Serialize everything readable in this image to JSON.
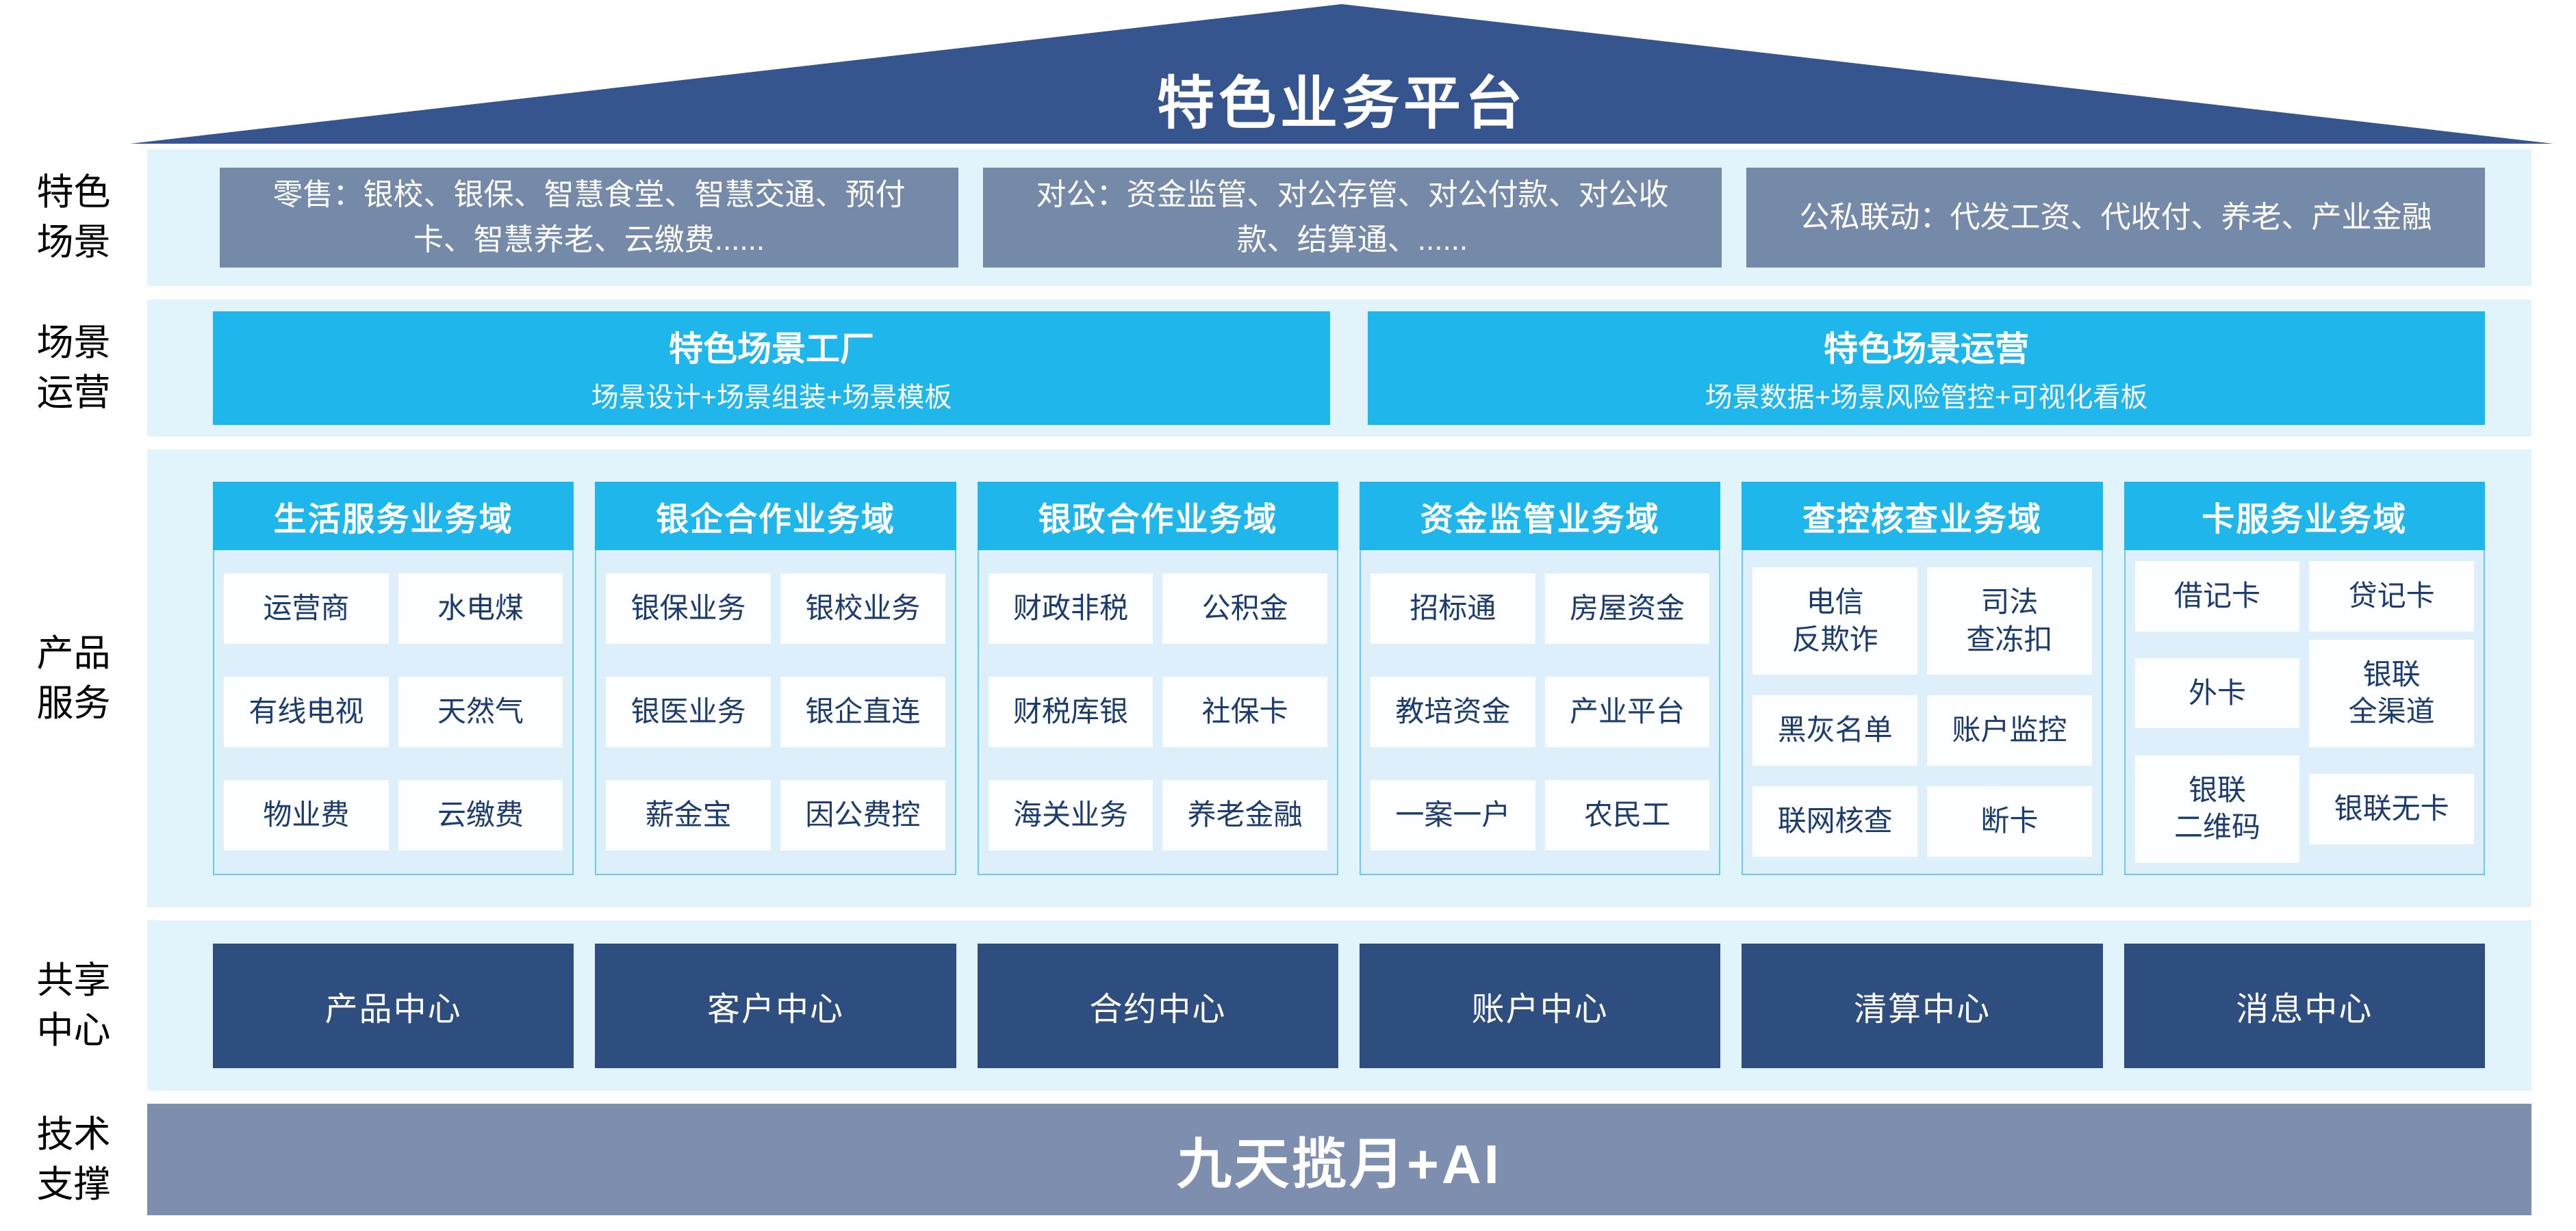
{
  "title": "特色业务平台",
  "colors": {
    "roof": "#36548E",
    "slate_box": "#7589A9",
    "cyan": "#1FB7EB",
    "panel_bg": "#E1F4FB",
    "card_body_bg": "#DCEFFA",
    "card_border": "#6CC8EE",
    "cell_bg": "#FDFEFF",
    "cell_text": "#1C3C6E",
    "navy_box": "#2F4E80",
    "tech_bar_bg": "#7D8EAF"
  },
  "rows": {
    "scenes": {
      "label": "特色\n场景",
      "boxes": [
        "零售：银校、银保、智慧食堂、智慧交通、预付卡、智慧养老、云缴费......",
        "对公：资金监管、对公存管、对公付款、对公收款、结算通、......",
        "公私联动：代发工资、代收付、养老、产业金融"
      ]
    },
    "operation": {
      "label": "场景\n运营",
      "boxes": [
        {
          "title": "特色场景工厂",
          "subtitle": "场景设计+场景组装+场景模板"
        },
        {
          "title": "特色场景运营",
          "subtitle": "场景数据+场景风险管控+可视化看板"
        }
      ]
    },
    "products": {
      "label": "产品\n服务",
      "columns": [
        {
          "header": "生活服务业务域",
          "items": [
            [
              "运营商",
              "水电煤"
            ],
            [
              "有线电视",
              "天然气"
            ],
            [
              "物业费",
              "云缴费"
            ]
          ]
        },
        {
          "header": "银企合作业务域",
          "items": [
            [
              "银保业务",
              "银校业务"
            ],
            [
              "银医业务",
              "银企直连"
            ],
            [
              "薪金宝",
              "因公费控"
            ]
          ]
        },
        {
          "header": "银政合作业务域",
          "items": [
            [
              "财政非税",
              "公积金"
            ],
            [
              "财税库银",
              "社保卡"
            ],
            [
              "海关业务",
              "养老金融"
            ]
          ]
        },
        {
          "header": "资金监管业务域",
          "items": [
            [
              "招标通",
              "房屋资金"
            ],
            [
              "教培资金",
              "产业平台"
            ],
            [
              "一案一户",
              "农民工"
            ]
          ]
        },
        {
          "header": "查控核查业务域",
          "items": [
            [
              "电信\n反欺诈",
              "司法\n查冻扣"
            ],
            [
              "黑灰名单",
              "账户监控"
            ],
            [
              "联网核查",
              "断卡"
            ]
          ]
        },
        {
          "header": "卡服务业务域",
          "items": [
            [
              "借记卡",
              "贷记卡"
            ],
            [
              "外卡",
              "银联\n全渠道"
            ],
            [
              "银联\n二维码",
              "银联无卡"
            ]
          ]
        }
      ]
    },
    "shared": {
      "label": "共享\n中心",
      "boxes": [
        "产品中心",
        "客户中心",
        "合约中心",
        "账户中心",
        "清算中心",
        "消息中心"
      ]
    },
    "tech": {
      "label": "技术\n支撑",
      "bar": "九天揽月+AI"
    }
  }
}
